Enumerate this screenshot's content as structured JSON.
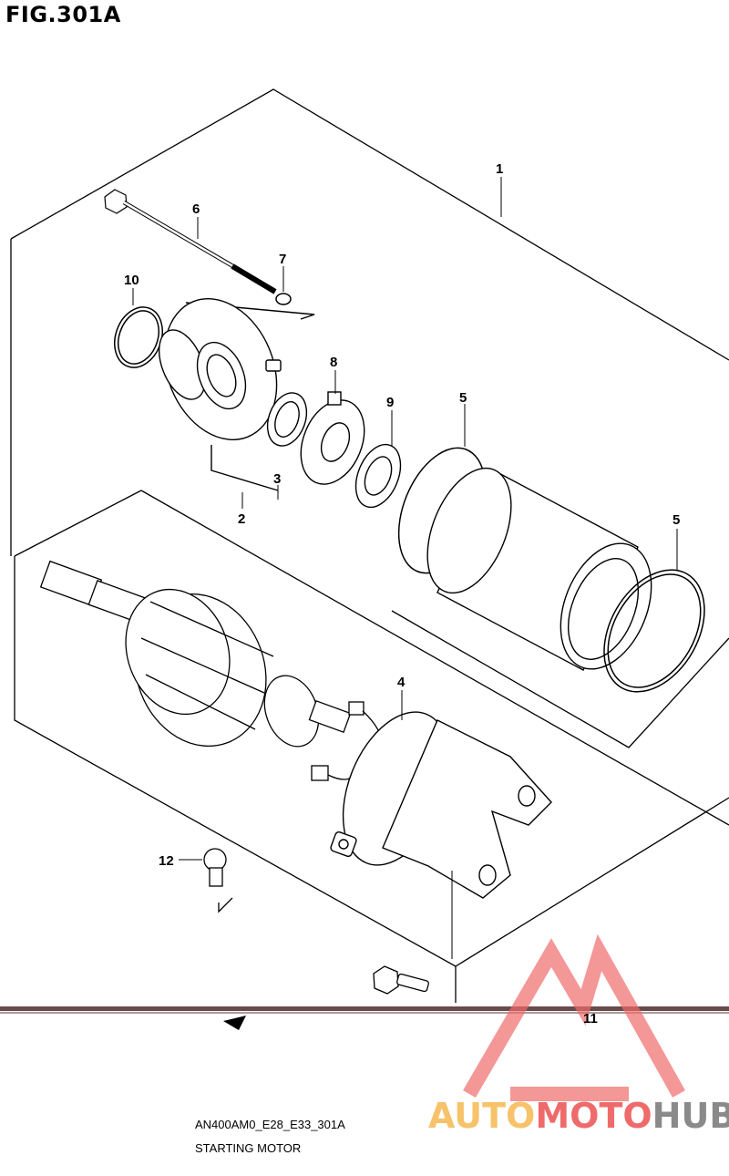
{
  "figure": {
    "title": "FIG.301A"
  },
  "callouts": [
    {
      "id": "c1",
      "text": "1"
    },
    {
      "id": "c2",
      "text": "2"
    },
    {
      "id": "c3",
      "text": "3"
    },
    {
      "id": "c4",
      "text": "4"
    },
    {
      "id": "c5a",
      "text": "5"
    },
    {
      "id": "c5b",
      "text": "5"
    },
    {
      "id": "c6",
      "text": "6"
    },
    {
      "id": "c7",
      "text": "7"
    },
    {
      "id": "c8",
      "text": "8"
    },
    {
      "id": "c9",
      "text": "9"
    },
    {
      "id": "c10",
      "text": "10"
    },
    {
      "id": "c11",
      "text": "11"
    },
    {
      "id": "c12",
      "text": "12"
    }
  ],
  "footer": {
    "code": "AN400AM0_E28_E33_301A",
    "name": "STARTING MOTOR"
  },
  "watermark": {
    "part1": "AUTO",
    "part2": "MOTO",
    "part3": "HUB",
    "colors": {
      "part1": "#f6c36a",
      "part2": "#ef6b6b",
      "part3": "#8a8a8a",
      "logo": "#ef6b6b"
    }
  }
}
